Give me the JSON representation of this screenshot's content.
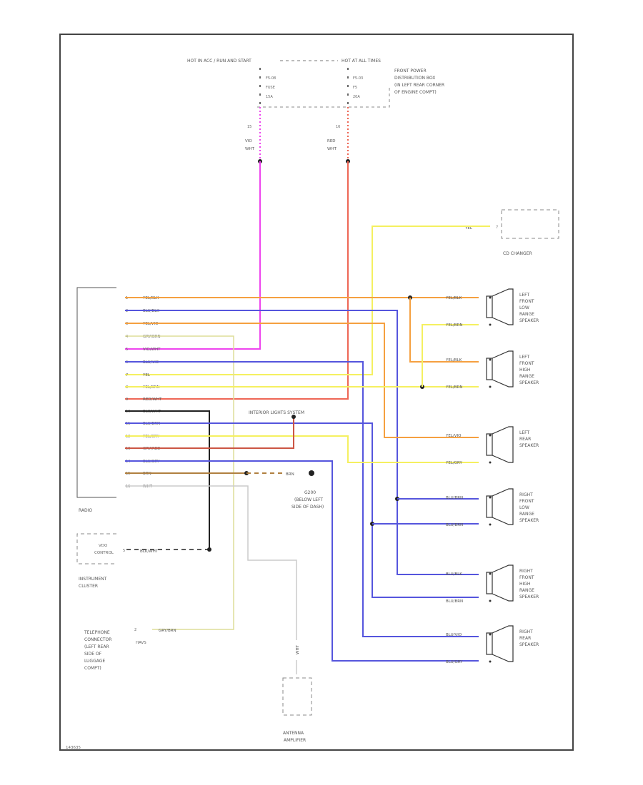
{
  "fuse_box": {
    "hot_acc": "HOT IN ACC / RUN AND START",
    "hot_all": "HOT AT ALL TIMES",
    "label": [
      "FRONT POWER",
      "DISTRIBUTION BOX",
      "(IN LEFT REAR CORNER",
      "OF ENGINE COMPT)"
    ],
    "left_fuse": [
      "F5-08",
      "FUSE",
      "15A"
    ],
    "right_fuse": [
      "F5-03",
      "F5",
      "20A"
    ],
    "left_pin": "15",
    "right_pin": "16",
    "left_wire": [
      "VIO",
      "WHT"
    ],
    "right_wire": [
      "RED",
      "WHT"
    ]
  },
  "radio": {
    "label": "RADIO",
    "pins": [
      {
        "num": "1",
        "wire": "YEL/BLK"
      },
      {
        "num": "2",
        "wire": "BLU/BLK"
      },
      {
        "num": "3",
        "wire": "YEL/VIO"
      },
      {
        "num": "4",
        "wire": "GRY/BRN"
      },
      {
        "num": "5",
        "wire": "VIO/WHT"
      },
      {
        "num": "6",
        "wire": "BLU/VIO"
      },
      {
        "num": "7",
        "wire": "YEL"
      },
      {
        "num": "8",
        "wire": "YEL/BRN"
      },
      {
        "num": "9",
        "wire": "RED/WHT"
      },
      {
        "num": "10",
        "wire": "BLK/WHT"
      },
      {
        "num": "11",
        "wire": "BLU/BRN"
      },
      {
        "num": "12",
        "wire": "YEL/GRY"
      },
      {
        "num": "13",
        "wire": "GRY/RED"
      },
      {
        "num": "14",
        "wire": "BLU/GRY"
      },
      {
        "num": "15",
        "wire": "BRN"
      },
      {
        "num": "16",
        "wire": "WHT"
      }
    ]
  },
  "cd_changer": {
    "label": "CD CHANGER",
    "wire": "YEL",
    "pin": "7"
  },
  "interior_lights": "INTERIOR LIGHTS SYSTEM",
  "ground": {
    "wire": "BRN",
    "label": [
      "G200",
      "(BELOW LEFT",
      "SIDE OF DASH)"
    ]
  },
  "instrument_cluster": {
    "pin": "5",
    "wire": "BLK/WHT",
    "inner": [
      "VDO",
      "CONTROL"
    ],
    "label": [
      "INSTRUMENT",
      "CLUSTER"
    ]
  },
  "telephone": {
    "pin": "2",
    "wire": "GRY/BRN",
    "label": [
      "TELEPHONE",
      "CONNECTOR",
      "(LEFT REAR",
      "SIDE OF",
      "LUGGAGE",
      "COMPT)"
    ],
    "extra": "HAVS"
  },
  "antenna": {
    "wire": "WHT",
    "label": [
      "ANTENNA",
      "AMPLIFIER"
    ]
  },
  "speakers": [
    {
      "label": [
        "LEFT",
        "FRONT",
        "LOW",
        "RANGE",
        "SPEAKER"
      ],
      "wires": [
        "YEL/BLK",
        "YEL/BRN"
      ]
    },
    {
      "label": [
        "LEFT",
        "FRONT",
        "HIGH",
        "RANGE",
        "SPEAKER"
      ],
      "wires": [
        "YEL/BLK",
        "YEL/BRN"
      ]
    },
    {
      "label": [
        "LEFT",
        "REAR",
        "SPEAKER"
      ],
      "wires": [
        "YEL/VIO",
        "YEL/GRY"
      ]
    },
    {
      "label": [
        "RIGHT",
        "FRONT",
        "LOW",
        "RANGE",
        "SPEAKER"
      ],
      "wires": [
        "BLU/BRN",
        "BLU/BRN"
      ]
    },
    {
      "label": [
        "RIGHT",
        "FRONT",
        "HIGH",
        "RANGE",
        "SPEAKER"
      ],
      "wires": [
        "BLU/BLK",
        "BLU/BRN"
      ]
    },
    {
      "label": [
        "RIGHT",
        "REAR",
        "SPEAKER"
      ],
      "wires": [
        "BLU/VIO",
        "BLU/GRY"
      ]
    }
  ],
  "footer_id": "143635",
  "colors": {
    "frame": "#444444",
    "violet": "#ee44ee",
    "red": "#ee6655",
    "yellow": "#f5f060",
    "orange": "#f5a040",
    "blue": "#5555dd",
    "gray": "#999999",
    "black": "#222222",
    "brown": "#b08040",
    "white_wire": "#cccccc"
  }
}
